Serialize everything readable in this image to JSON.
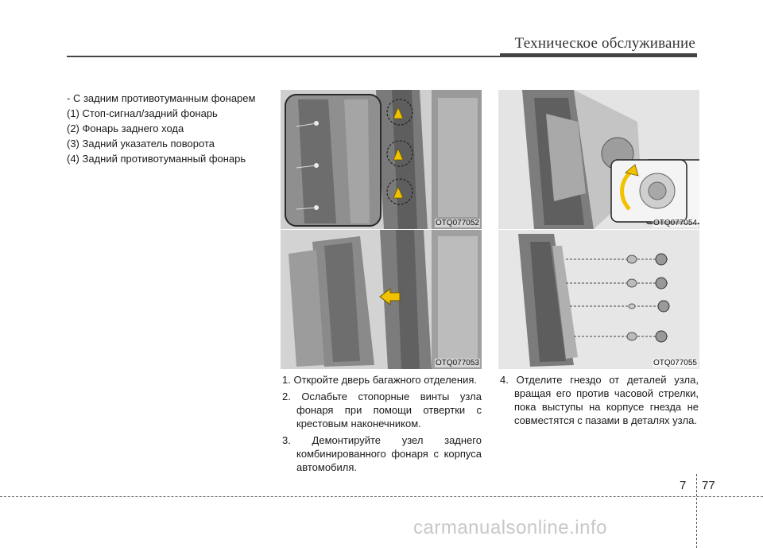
{
  "header": {
    "title": "Техническое обслуживание"
  },
  "intro": {
    "lines": [
      "- С задним противотуманным фонарем",
      "(1) Стоп-сигнал/задний фонарь",
      "(2) Фонарь заднего хода",
      "(3) Задний указатель поворота",
      "(4) Задний противотуманный фонарь"
    ]
  },
  "figures": {
    "fig1": {
      "code": "OTQ077052"
    },
    "fig2": {
      "code": "OTQ077053"
    },
    "fig3": {
      "code": "OTQ077054"
    },
    "fig4": {
      "code": "OTQ077055"
    }
  },
  "steps_left": [
    "1. Откройте дверь багажного отделения.",
    "2. Ослабьте стопорные винты узла фонаря при помощи отвертки с крестовым наконечником.",
    "3. Демонтируйте узел заднего комбинированного фонаря с корпуса автомобиля."
  ],
  "steps_right": [
    "4. Отделите гнездо от деталей узла, вращая его против часовой стрелки, пока выступы на корпусе гнезда не совместятся с пазами в деталях узла."
  ],
  "footer": {
    "section": "7",
    "page": "77"
  },
  "watermark": "carmanualsonline.info",
  "colors": {
    "rule": "#444444",
    "arrow": "#f2c200"
  }
}
